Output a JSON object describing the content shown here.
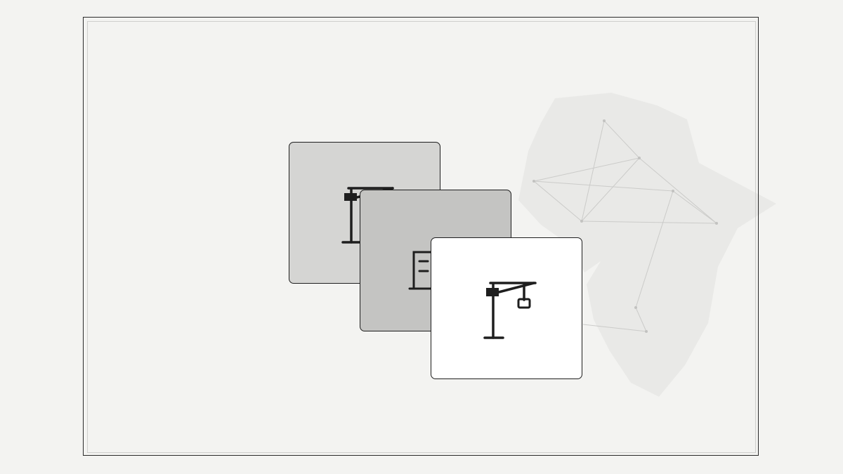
{
  "scene": {
    "description_free": true
  },
  "cards": [
    {
      "id": "back",
      "icon": "crane-icon",
      "fill": "#d5d5d3"
    },
    {
      "id": "middle",
      "icon": "building-icon",
      "fill": "#c4c4c2"
    },
    {
      "id": "front",
      "icon": "crane-icon",
      "fill": "#ffffff"
    }
  ],
  "colors": {
    "background": "#f3f3f1",
    "map_region": "#e8e8e6",
    "network_lines": "#c8c8c6",
    "stroke": "#1e1e1e"
  },
  "decorations": {
    "map": "africa-silhouette",
    "network": "constellation-graph"
  }
}
